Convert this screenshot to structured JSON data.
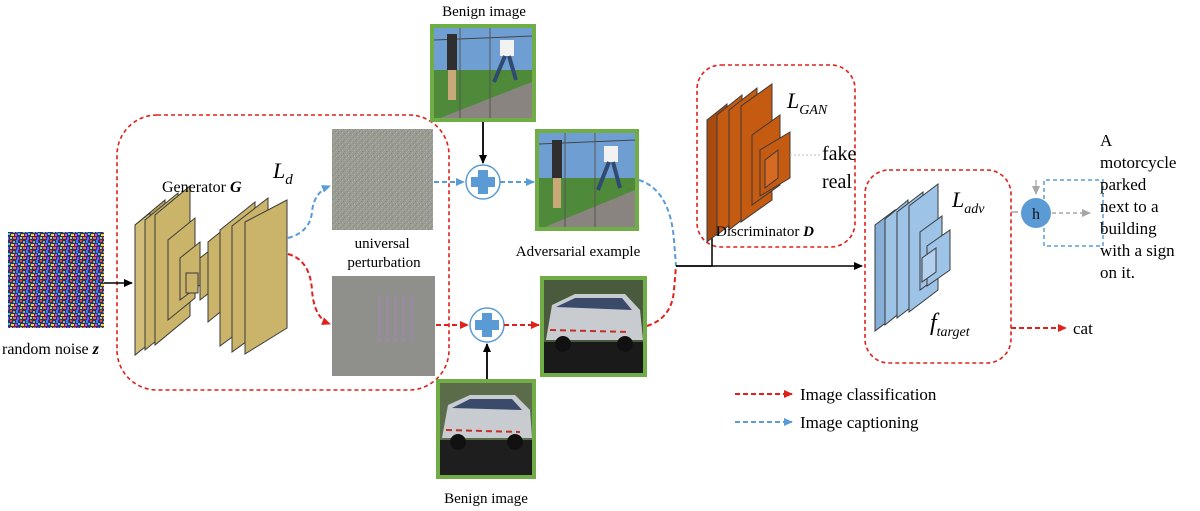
{
  "labels": {
    "benign_image_top": "Benign image",
    "benign_image_bottom": "Benign image",
    "random_noise": "random noise",
    "random_noise_symbol": "z",
    "generator": "Generator",
    "generator_symbol": "G",
    "loss_d_main": "L",
    "loss_d_sub": "d",
    "universal_perturbation_line1": "universal",
    "universal_perturbation_line2": "perturbation",
    "adversarial_example": "Adversarial example",
    "loss_gan_main": "L",
    "loss_gan_sub": "GAN",
    "fake": "fake",
    "real": "real",
    "discriminator": "Discriminator",
    "discriminator_symbol": "D",
    "loss_adv_main": "L",
    "loss_adv_sub": "adv",
    "f_target_main": "f",
    "f_target_sub": "target",
    "h_node": "h",
    "caption_lines": [
      "A",
      "motorcycle",
      "parked",
      "next to a",
      "building",
      "with a sign",
      "on it."
    ],
    "class_output": "cat"
  },
  "legend": [
    {
      "label": "Image classification",
      "color": "#e0201b"
    },
    {
      "label": "Image captioning",
      "color": "#5b9bd5"
    }
  ],
  "colors": {
    "classification_arrow": "#e0201b",
    "captioning_arrow": "#5b9bd5",
    "generator_layers": "#c9b46a",
    "discriminator_layers": "#c55a11",
    "target_layers": "#9dc3e6",
    "image_frame": "#70ad47",
    "h_node": "#5b9bd5"
  }
}
